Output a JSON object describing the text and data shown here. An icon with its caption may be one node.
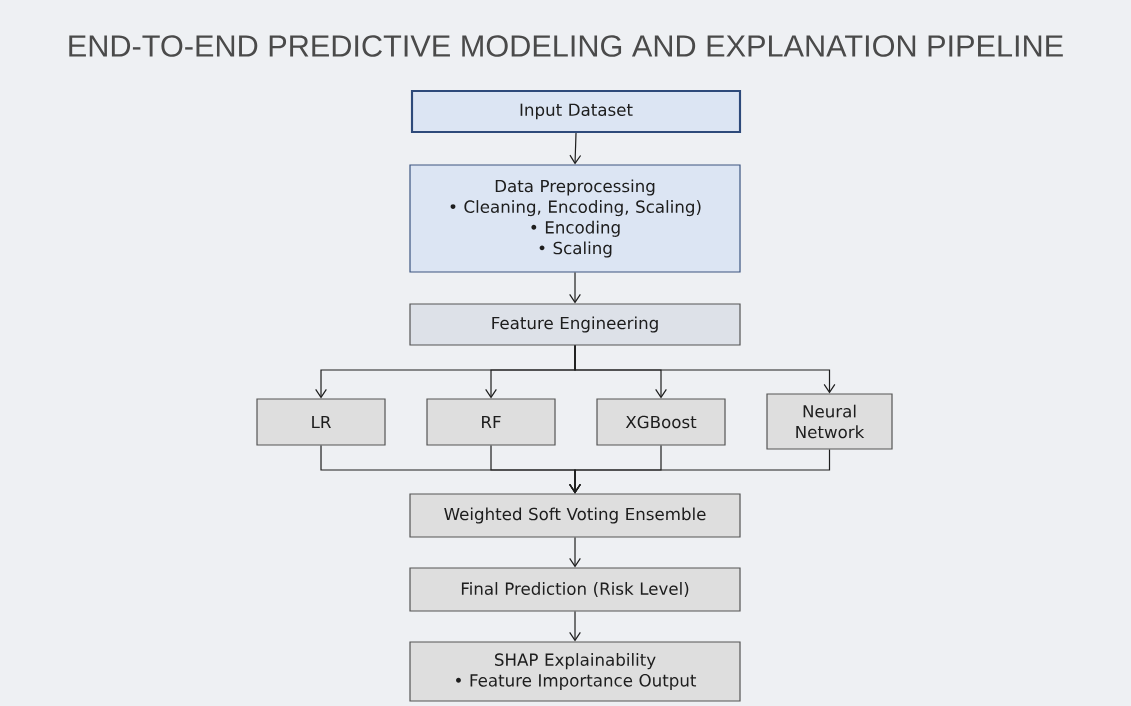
{
  "diagram": {
    "title": "END-TO-END PREDICTIVE MODELING AND EXPLANATION PIPELINE",
    "nodes": [
      {
        "text": [
          "Input Dataset"
        ]
      },
      {
        "text": [
          "Data Preprocessing",
          "• Cleaning, Encoding, Scaling)",
          "• Encoding",
          "• Scaling"
        ]
      },
      {
        "text": [
          "Feature Engineering"
        ]
      },
      {
        "text": [
          "LR"
        ]
      },
      {
        "text": [
          "RF"
        ]
      },
      {
        "text": [
          "XGBoost"
        ]
      },
      {
        "text": [
          "Neural Network"
        ]
      },
      {
        "text": [
          "Weighted Soft Voting Ensemble"
        ]
      },
      {
        "text": [
          "Final Prediction (Risk Level)"
        ]
      },
      {
        "text": [
          "SHAP Explainability",
          "• Feature Importance Output"
        ]
      }
    ],
    "edges": [
      {
        "from": 0,
        "to": 1,
        "arrow": "to"
      },
      {
        "from": 1,
        "to": 2,
        "arrow": "to"
      },
      {
        "from": 2,
        "to": 3,
        "arrow": "to"
      },
      {
        "from": 2,
        "to": 4,
        "arrow": "to"
      },
      {
        "from": 2,
        "to": 5,
        "arrow": "to"
      },
      {
        "from": 2,
        "to": 6,
        "arrow": "to"
      },
      {
        "from": 3,
        "to": 7,
        "arrow": "to"
      },
      {
        "from": 4,
        "to": 7,
        "arrow": "to"
      },
      {
        "from": 5,
        "to": 7,
        "arrow": "to"
      },
      {
        "from": 6,
        "to": 7,
        "arrow": "to"
      },
      {
        "from": 7,
        "to": 8,
        "arrow": "to"
      },
      {
        "from": 8,
        "to": 9,
        "arrow": "to"
      }
    ]
  }
}
